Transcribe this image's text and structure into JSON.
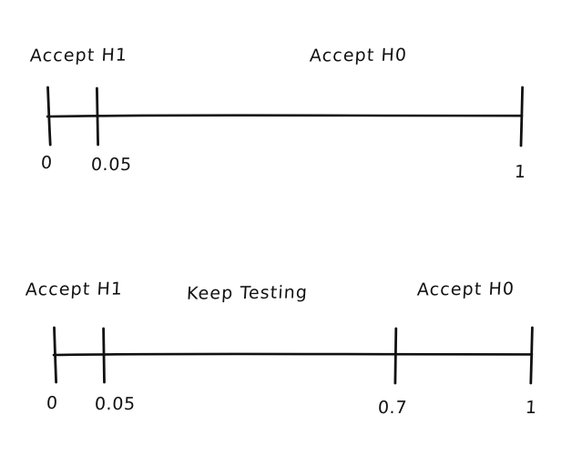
{
  "figure": {
    "style": "hand-drawn-sketch",
    "background_color": "#ffffff",
    "stroke_color": "#111111",
    "text_color": "#111111"
  },
  "chart_data": {
    "type": "line",
    "title": "",
    "subtitle": "",
    "xlabel": "",
    "ylabel": "",
    "grid": false,
    "legend": "none",
    "description": "Two hand-drawn number lines showing hypothesis-test decision regions over a p-value axis from 0 to 1",
    "panels": [
      {
        "name": "panel-1",
        "axis": {
          "min": 0,
          "max": 1,
          "ticks": [
            0,
            0.05,
            1
          ],
          "tick_labels": [
            "0",
            "0.05",
            "1"
          ]
        },
        "regions": [
          {
            "label": "Accept H1",
            "from": 0,
            "to": 0.05
          },
          {
            "label": "Accept H0",
            "from": 0.05,
            "to": 1
          }
        ]
      },
      {
        "name": "panel-2",
        "axis": {
          "min": 0,
          "max": 1,
          "ticks": [
            0,
            0.05,
            0.7,
            1
          ],
          "tick_labels": [
            "0",
            "0.05",
            "0.7",
            "1"
          ]
        },
        "regions": [
          {
            "label": "Accept H1",
            "from": 0,
            "to": 0.05
          },
          {
            "label": "Keep Testing",
            "from": 0.05,
            "to": 0.7
          },
          {
            "label": "Accept H0",
            "from": 0.7,
            "to": 1
          }
        ]
      }
    ]
  },
  "panel1": {
    "region_left_label": "Accept H1",
    "region_right_label": "Accept H0",
    "tick_0": "0",
    "tick_005": "0.05",
    "tick_1": "1"
  },
  "panel2": {
    "region_left_label": "Accept H1",
    "region_middle_label": "Keep Testing",
    "region_right_label": "Accept H0",
    "tick_0": "0",
    "tick_005": "0.05",
    "tick_07": "0.7",
    "tick_1": "1"
  }
}
